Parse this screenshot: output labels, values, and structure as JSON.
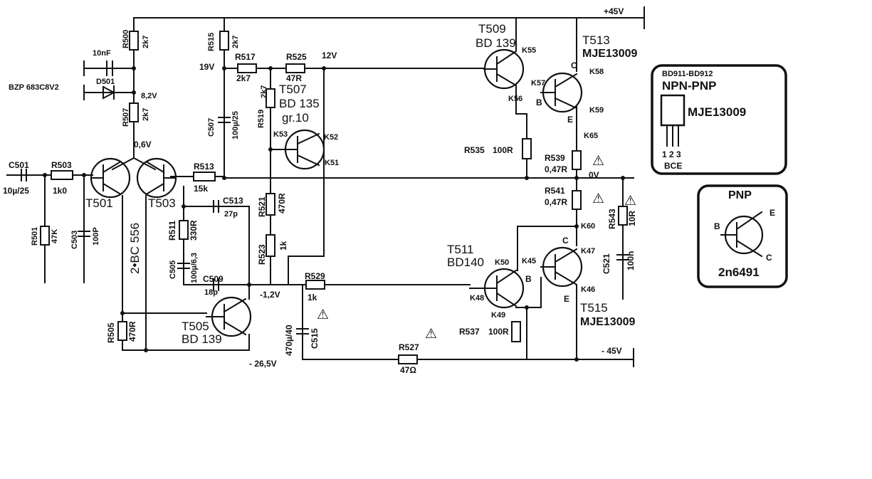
{
  "rails": {
    "pos": "+45V",
    "neg": "- 45V",
    "zero": "0V"
  },
  "voltages": {
    "v19": "19V",
    "v12": "12V",
    "v82": "8,2V",
    "v06": "0,6V",
    "vm12": "-1,2V",
    "vm265": "- 26,5V"
  },
  "zener": {
    "part": "BZP 683C8V2",
    "ref": "D501"
  },
  "resistors": {
    "R500": {
      "ref": "R500",
      "val": "2k7"
    },
    "R507": {
      "ref": "R507",
      "val": "2k7"
    },
    "R515": {
      "ref": "R515",
      "val": "2k7"
    },
    "R517": {
      "ref": "R517",
      "val": "2k7"
    },
    "R525": {
      "ref": "R525",
      "val": "47R"
    },
    "R519": {
      "ref": "R519",
      "val": "2k7"
    },
    "R503": {
      "ref": "R503",
      "val": "1k0"
    },
    "R501": {
      "ref": "R501",
      "val": "47K"
    },
    "R513": {
      "ref": "R513",
      "val": "15k"
    },
    "R521": {
      "ref": "R521",
      "val": "470R"
    },
    "R523": {
      "ref": "R523",
      "val": "1k"
    },
    "R511": {
      "ref": "R511",
      "val": "330R"
    },
    "R529": {
      "ref": "R529",
      "val": "1k"
    },
    "R505": {
      "ref": "R505",
      "val": "470R"
    },
    "R527": {
      "ref": "R527",
      "val": "47Ω"
    },
    "R535": {
      "ref": "R535",
      "val": "100R"
    },
    "R537": {
      "ref": "R537",
      "val": "100R"
    },
    "R539": {
      "ref": "R539",
      "val": "0,47R"
    },
    "R541": {
      "ref": "R541",
      "val": "0,47R"
    },
    "R543": {
      "ref": "R543",
      "val": "10R"
    }
  },
  "capacitors": {
    "C10nF": {
      "val": "10nF"
    },
    "C501": {
      "ref": "C501",
      "val": "10µ/25"
    },
    "C503": {
      "ref": "C503",
      "val": "100P"
    },
    "C505": {
      "ref": "C505",
      "val": "100µ/6,3"
    },
    "C507": {
      "ref": "C507",
      "val": "100µ/25"
    },
    "C509": {
      "ref": "C509",
      "val": "18p"
    },
    "C513": {
      "ref": "C513",
      "val": "27p"
    },
    "C515": {
      "ref": "C515",
      "val": "470µ/40"
    },
    "C521": {
      "ref": "C521",
      "val": "100n"
    }
  },
  "transistors": {
    "T501": {
      "ref": "T501"
    },
    "T503": {
      "ref": "T503"
    },
    "pair_type": "2•BC 556",
    "T505": {
      "ref": "T505",
      "type": "BD 139"
    },
    "T507": {
      "ref": "T507",
      "type": "BD 135",
      "grade": "gr.10"
    },
    "T509": {
      "ref": "T509",
      "type": "BD 139"
    },
    "T511": {
      "ref": "T511",
      "type": "BD140"
    },
    "T513": {
      "ref": "T513",
      "type": "MJE13009"
    },
    "T515": {
      "ref": "T515",
      "type": "MJE13009"
    }
  },
  "nodes": {
    "K55": "K55",
    "K56": "K56",
    "K57": "K57",
    "K58": "K58",
    "K59": "K59",
    "K65": "K65",
    "K52": "K52",
    "K53": "K53",
    "K51": "K51",
    "K60": "K60",
    "K47": "K47",
    "K45": "K45",
    "K50": "K50",
    "K48": "K48",
    "K49": "K49",
    "K46": "K46"
  },
  "pins": {
    "B": "B",
    "C": "C",
    "E": "E"
  },
  "warning_symbol": "⚠",
  "inset_npn_pnp": {
    "family": "BD911-BD912",
    "title": "NPN-PNP",
    "part": "MJE13009",
    "pin_numbers": "1 2 3",
    "pin_names": "BCE"
  },
  "inset_pnp": {
    "title": "PNP",
    "part": "2n6491",
    "pin_b": "B",
    "pin_e": "E",
    "pin_c": "C"
  }
}
